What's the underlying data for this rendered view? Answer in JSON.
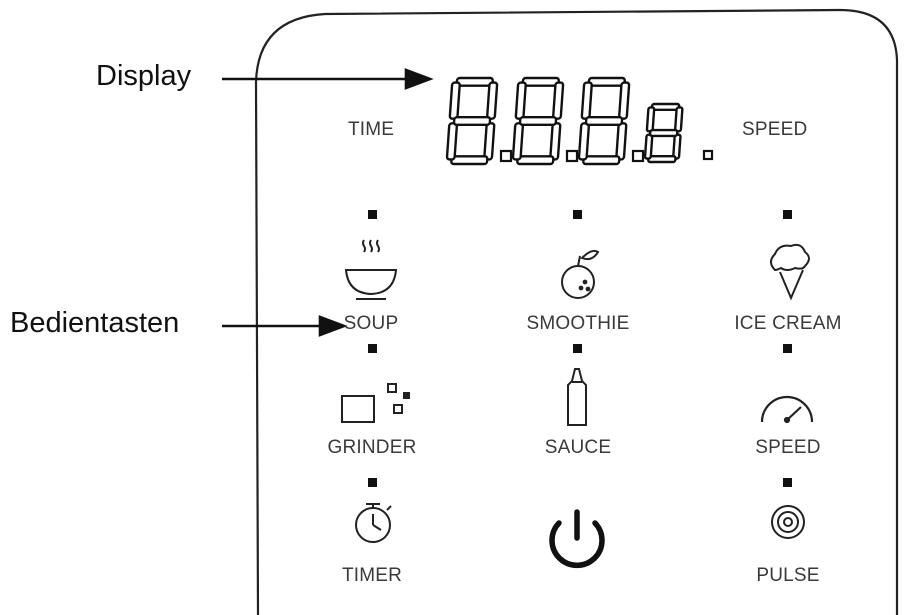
{
  "annotations": {
    "display_label": "Display",
    "buttons_label": "Bedientasten"
  },
  "display": {
    "time_label": "TIME",
    "speed_label": "SPEED",
    "digits_shown": "8.8.8.8."
  },
  "buttons": [
    {
      "label": "SOUP",
      "icon": "soup-bowl-icon"
    },
    {
      "label": "SMOOTHIE",
      "icon": "apple-icon"
    },
    {
      "label": "ICE CREAM",
      "icon": "ice-cream-icon"
    },
    {
      "label": "GRINDER",
      "icon": "grinder-squares-icon"
    },
    {
      "label": "SAUCE",
      "icon": "sauce-bottle-icon"
    },
    {
      "label": "SPEED",
      "icon": "speedometer-icon"
    },
    {
      "label": "TIMER",
      "icon": "stopwatch-icon"
    },
    {
      "label": "",
      "icon": "power-icon"
    },
    {
      "label": "PULSE",
      "icon": "pulse-rings-icon"
    }
  ],
  "colors": {
    "panel_border": "#222222",
    "segment": "#111111",
    "label_text": "#3a3a3a",
    "indicator": "#111111"
  }
}
